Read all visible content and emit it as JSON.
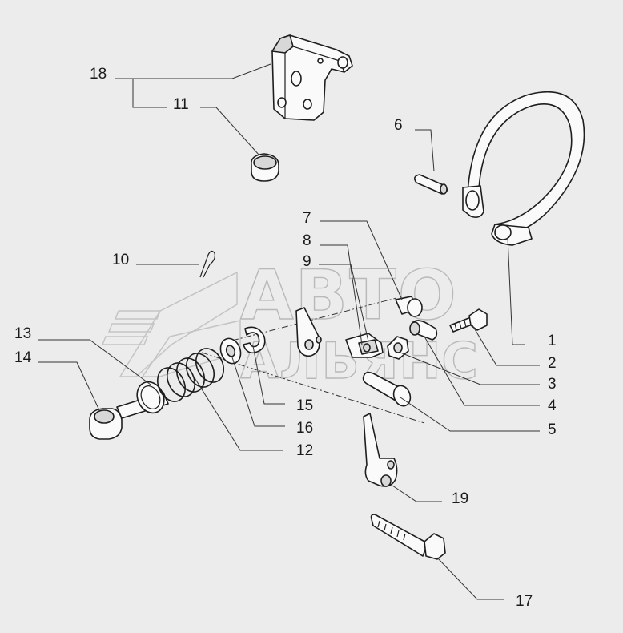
{
  "watermark": {
    "line1": "АВТО",
    "line2": "АЛЬЯНС"
  },
  "callouts": [
    {
      "id": "c1",
      "label": "1"
    },
    {
      "id": "c2",
      "label": "2"
    },
    {
      "id": "c3",
      "label": "3"
    },
    {
      "id": "c4",
      "label": "4"
    },
    {
      "id": "c5",
      "label": "5"
    },
    {
      "id": "c6",
      "label": "6"
    },
    {
      "id": "c7",
      "label": "7"
    },
    {
      "id": "c8",
      "label": "8"
    },
    {
      "id": "c9",
      "label": "9"
    },
    {
      "id": "c10",
      "label": "10"
    },
    {
      "id": "c11",
      "label": "11"
    },
    {
      "id": "c12",
      "label": "12"
    },
    {
      "id": "c13",
      "label": "13"
    },
    {
      "id": "c14",
      "label": "14"
    },
    {
      "id": "c15",
      "label": "15"
    },
    {
      "id": "c16",
      "label": "16"
    },
    {
      "id": "c17",
      "label": "17"
    },
    {
      "id": "c18",
      "label": "18"
    },
    {
      "id": "c19",
      "label": "19"
    }
  ]
}
